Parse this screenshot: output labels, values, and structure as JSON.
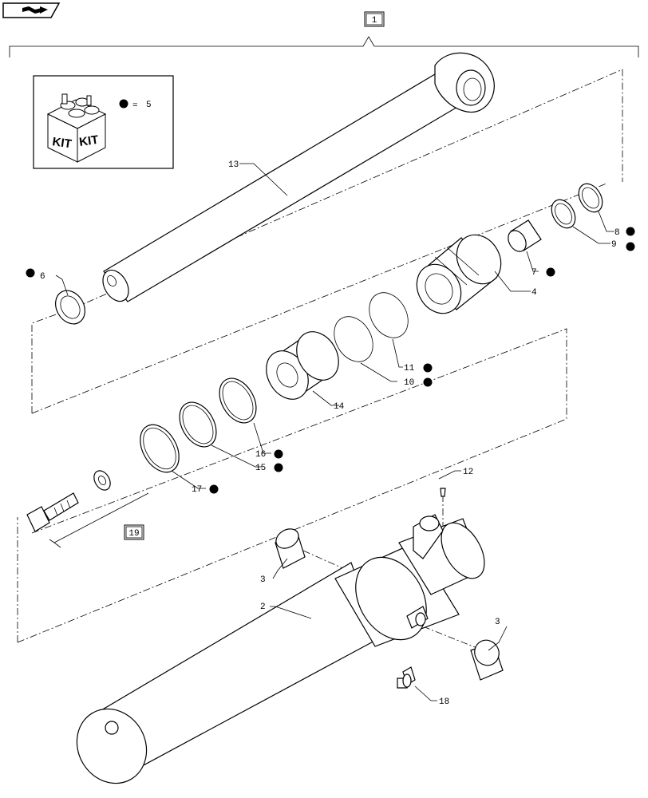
{
  "nav": {
    "icon": "book-arrow-icon"
  },
  "assembly_ref": "1",
  "kit_legend": {
    "word_left": "KIT",
    "word_right": "KIT",
    "equals": "=",
    "ref": "5"
  },
  "callouts": {
    "p2": "2",
    "p3a": "3",
    "p3b": "3",
    "p4": "4",
    "p6": "6",
    "p7": "7",
    "p8": "8",
    "p9": "9",
    "p10": "10",
    "p11": "11",
    "p12": "12",
    "p13": "13",
    "p14": "14",
    "p15": "15",
    "p16": "16",
    "p17": "17",
    "p18": "18"
  },
  "subassembly_ref": "19"
}
